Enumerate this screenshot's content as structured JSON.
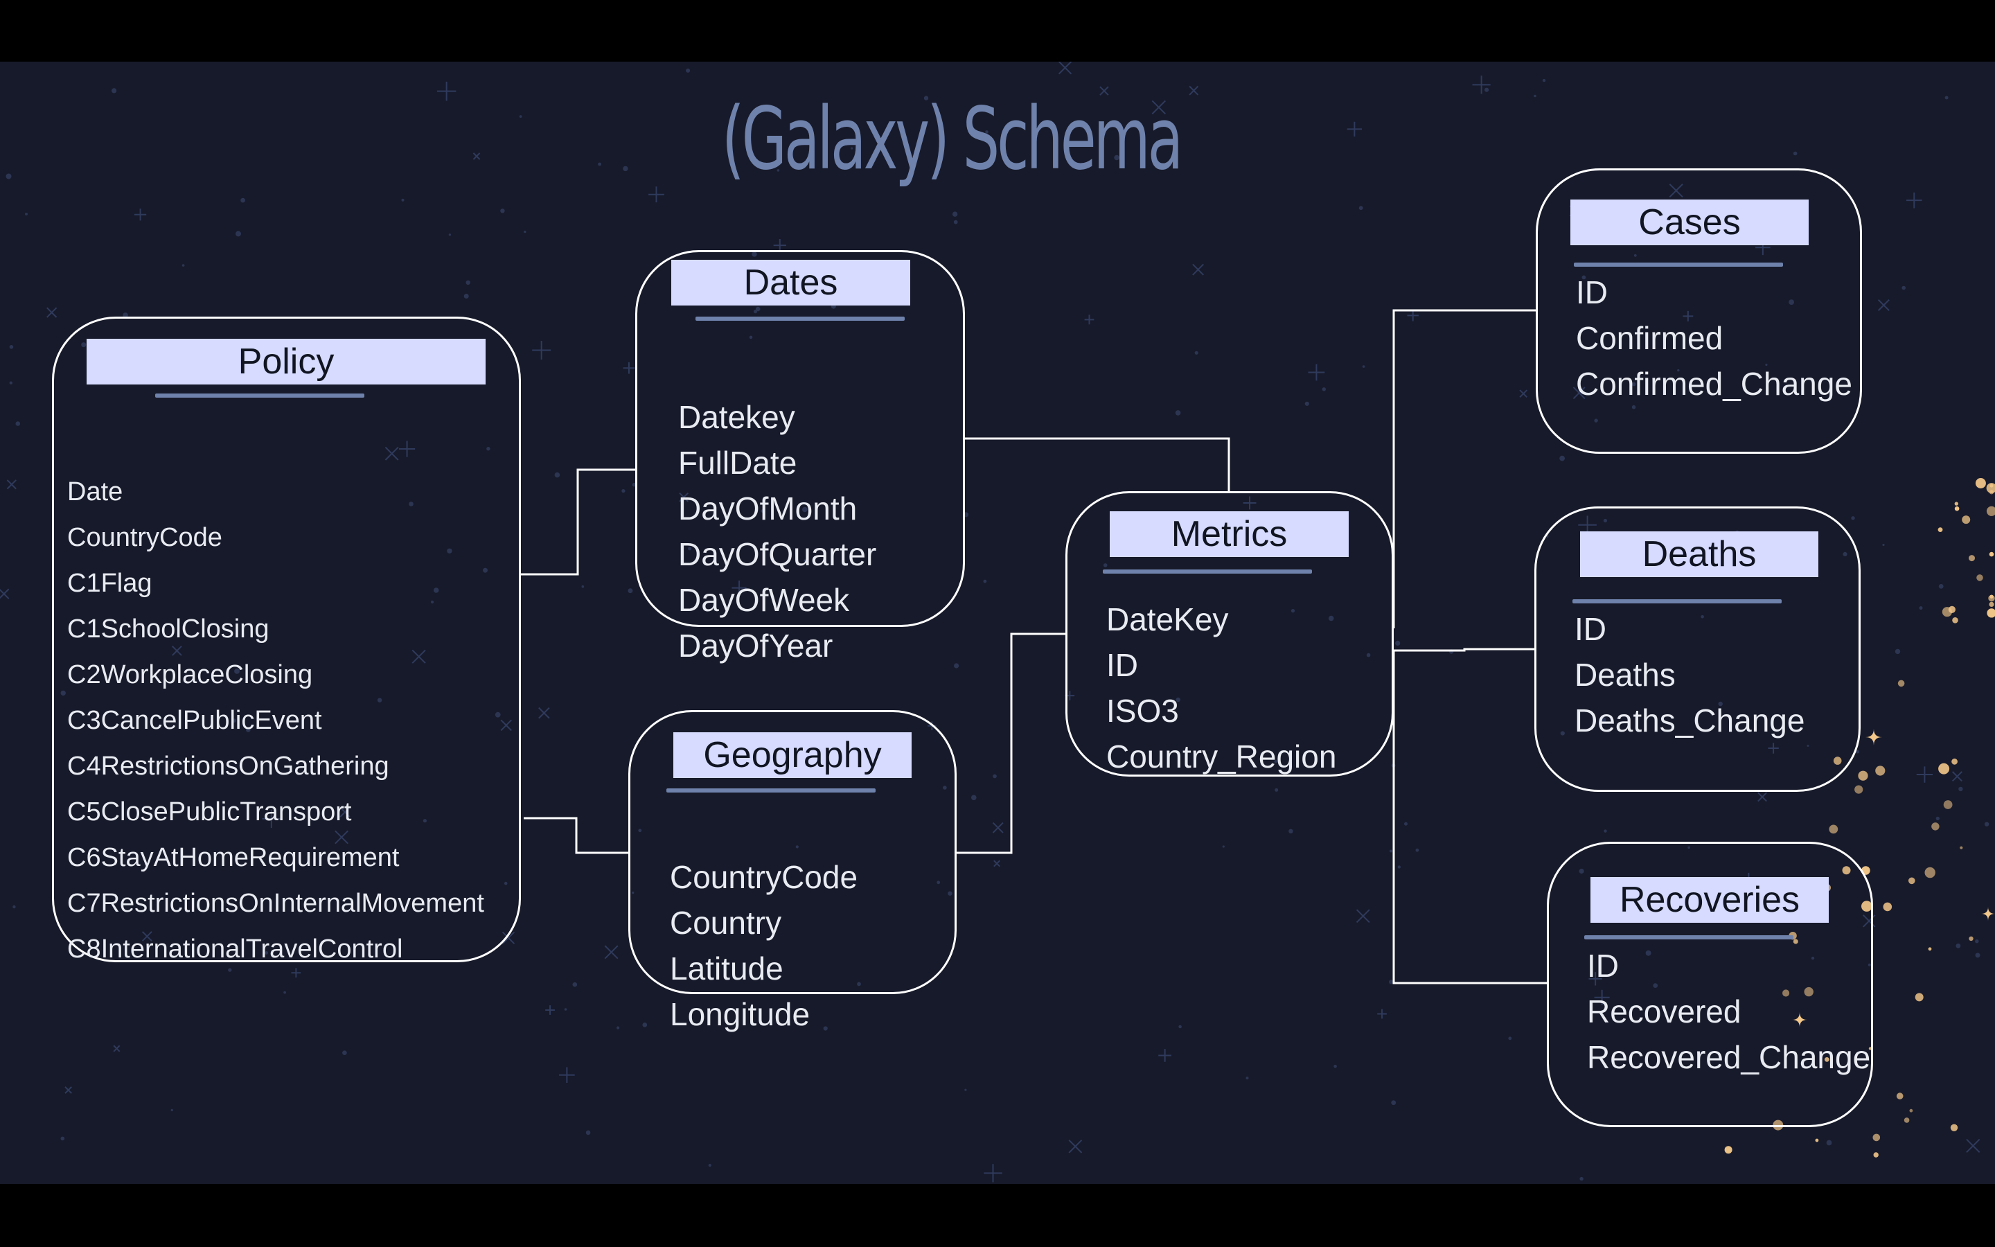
{
  "title": "(Galaxy) Schema",
  "colors": {
    "slide_background": "#171a2a",
    "title": "#6f82ac",
    "header_fill": "#d6dbff",
    "underline": "#6f82ac",
    "border": "#ffffff",
    "field_text": "#e9ebf2",
    "sparkle": "#f4c88a"
  },
  "tables": {
    "policy": {
      "name": "Policy",
      "fields": [
        "Date",
        "CountryCode",
        "C1Flag",
        "C1SchoolClosing",
        "C2WorkplaceClosing",
        "C3CancelPublicEvent",
        "C4RestrictionsOnGathering",
        "C5ClosePublicTransport",
        "C6StayAtHomeRequirement",
        "C7RestrictionsOnInternalMovement",
        "C8InternationalTravelControl"
      ]
    },
    "dates": {
      "name": "Dates",
      "fields": [
        "Datekey",
        "FullDate",
        "DayOfMonth",
        "DayOfQuarter",
        "DayOfWeek",
        "DayOfYear"
      ]
    },
    "geography": {
      "name": "Geography",
      "fields": [
        "CountryCode",
        "Country",
        "Latitude",
        "Longitude"
      ]
    },
    "metrics": {
      "name": "Metrics",
      "fields": [
        "DateKey",
        "ID",
        "ISO3",
        "Country_Region"
      ]
    },
    "cases": {
      "name": "Cases",
      "fields": [
        "ID",
        "Confirmed",
        "Confirmed_Change"
      ]
    },
    "deaths": {
      "name": "Deaths",
      "fields": [
        "ID",
        "Deaths",
        "Deaths_Change"
      ]
    },
    "recoveries": {
      "name": "Recoveries",
      "fields": [
        "ID",
        "Recovered",
        "Recovered_Change"
      ]
    }
  },
  "relationships": [
    {
      "from": "policy",
      "to": "dates"
    },
    {
      "from": "policy",
      "to": "geography"
    },
    {
      "from": "dates",
      "to": "metrics"
    },
    {
      "from": "geography",
      "to": "metrics"
    },
    {
      "from": "metrics",
      "to": "cases"
    },
    {
      "from": "metrics",
      "to": "deaths"
    },
    {
      "from": "metrics",
      "to": "recoveries"
    }
  ]
}
